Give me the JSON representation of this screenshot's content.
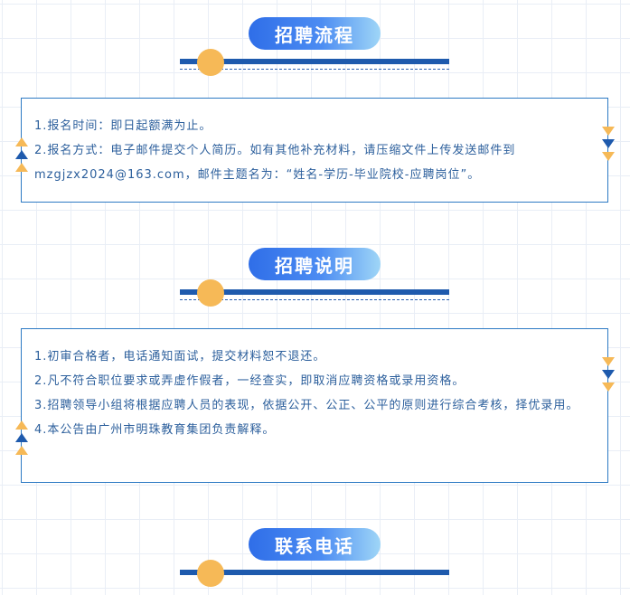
{
  "sections": [
    {
      "title": "招聘流程",
      "items": [
        "1.报名时间：即日起额满为止。",
        "2.报名方式：电子邮件提交个人简历。如有其他补充材料，请压缩文件上传发送邮件到mzgjzx2024@163.com，邮件主题名为：“姓名-学历-毕业院校-应聘岗位”。"
      ]
    },
    {
      "title": "招聘说明",
      "items": [
        "1.初审合格者，电话通知面试，提交材料恕不退还。",
        "2.凡不符合职位要求或弄虚作假者，一经查实，即取消应聘资格或录用资格。",
        "3.招聘领导小组将根据应聘人员的表现，依据公开、公正、公平的原则进行综合考核，择优录用。",
        "4.本公告由广州市明珠教育集团负责解释。"
      ]
    },
    {
      "title": "联系电话",
      "items": []
    }
  ],
  "colors": {
    "accent_blue": "#1e5aad",
    "accent_orange": "#f6b957",
    "text_blue": "#2c5f9c",
    "border_blue": "#2d7ac4"
  }
}
